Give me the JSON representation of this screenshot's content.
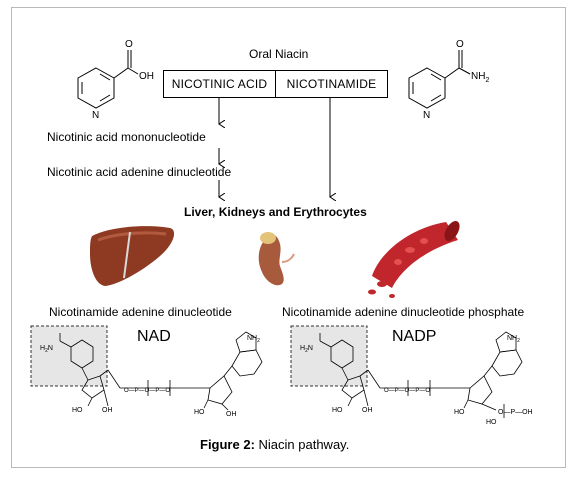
{
  "source": {
    "label": "Oral Niacin"
  },
  "forms": {
    "left": "NICOTINIC ACID",
    "right": "NICOTINAMIDE"
  },
  "steps": {
    "step1": "Nicotinic acid  mononucleotide",
    "step2": "Nicotinic acid adenine dinucleotide"
  },
  "organs": {
    "label": "Liver, Kidneys and Erythrocytes"
  },
  "products": {
    "left": {
      "name": "Nicotinamide adenine dinucleotide",
      "abbr": "NAD"
    },
    "right": {
      "name": "Nicotinamide adenine dinucleotide phosphate",
      "abbr": "NADP"
    }
  },
  "molecules": {
    "left": {
      "substituent": "OH",
      "ring_n": "N"
    },
    "right": {
      "substituent": "NH2",
      "ring_n": "N"
    }
  },
  "caption": {
    "label": "Figure 2:",
    "text": " Niacin pathway."
  },
  "colors": {
    "liver": "#8e3a22",
    "kidney": "#a85a3c",
    "blood": "#c0262b",
    "box_fill": "#e6e6e6"
  }
}
